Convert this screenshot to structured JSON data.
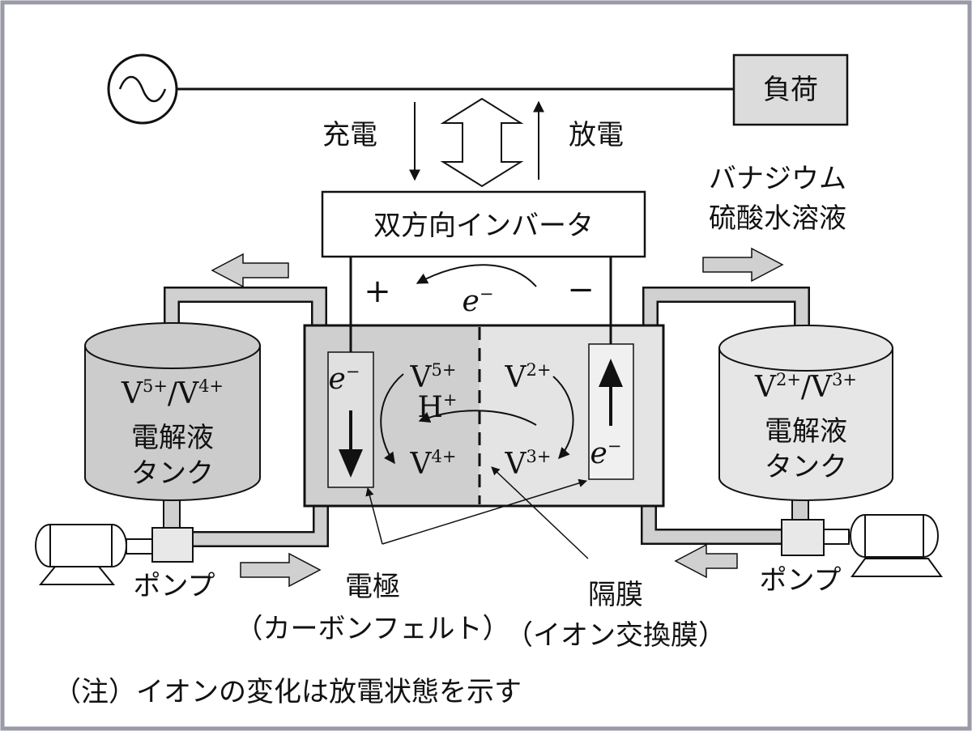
{
  "labels": {
    "load": "負荷",
    "charge": "充電",
    "discharge": "放電",
    "inverter": "双方向インバータ",
    "electrolyte_line1": "バナジウム",
    "electrolyte_line2": "硫酸水溶液",
    "plus": "+",
    "minus": "−",
    "electron": "e",
    "electron_sup": "−",
    "left_tank_line2": "電解液",
    "left_tank_line3": "タンク",
    "right_tank_line2": "電解液",
    "right_tank_line3": "タンク",
    "pump_left": "ポンプ",
    "pump_right": "ポンプ",
    "electrode_line1": "電極",
    "electrode_line2": "（カーボンフェルト）",
    "membrane_line1": "隔膜",
    "membrane_line2": "（イオン交換膜）",
    "note": "（注）イオンの変化は放電状態を示す"
  },
  "ions": {
    "left_tank": {
      "a": "V",
      "a_sup": "5+",
      "slash": "/",
      "b": "V",
      "b_sup": "4+"
    },
    "right_tank": {
      "a": "V",
      "a_sup": "2+",
      "slash": "/",
      "b": "V",
      "b_sup": "3+"
    },
    "cell_left_top": {
      "base": "V",
      "sup": "5+"
    },
    "cell_left_h": {
      "base": "H",
      "sup": "+"
    },
    "cell_left_bottom": {
      "base": "V",
      "sup": "4+"
    },
    "cell_right_top": {
      "base": "V",
      "sup": "2+"
    },
    "cell_right_bottom": {
      "base": "V",
      "sup": "3+"
    }
  },
  "colors": {
    "line": "#111111",
    "tank_left": "#cccccc",
    "tank_right": "#e6e6e6",
    "cell_left": "#cfcfcf",
    "cell_right": "#e4e4e4",
    "pipe": "#d0d0d0",
    "load_box": "#dcdcdc",
    "frame": "#9a9aa8"
  }
}
